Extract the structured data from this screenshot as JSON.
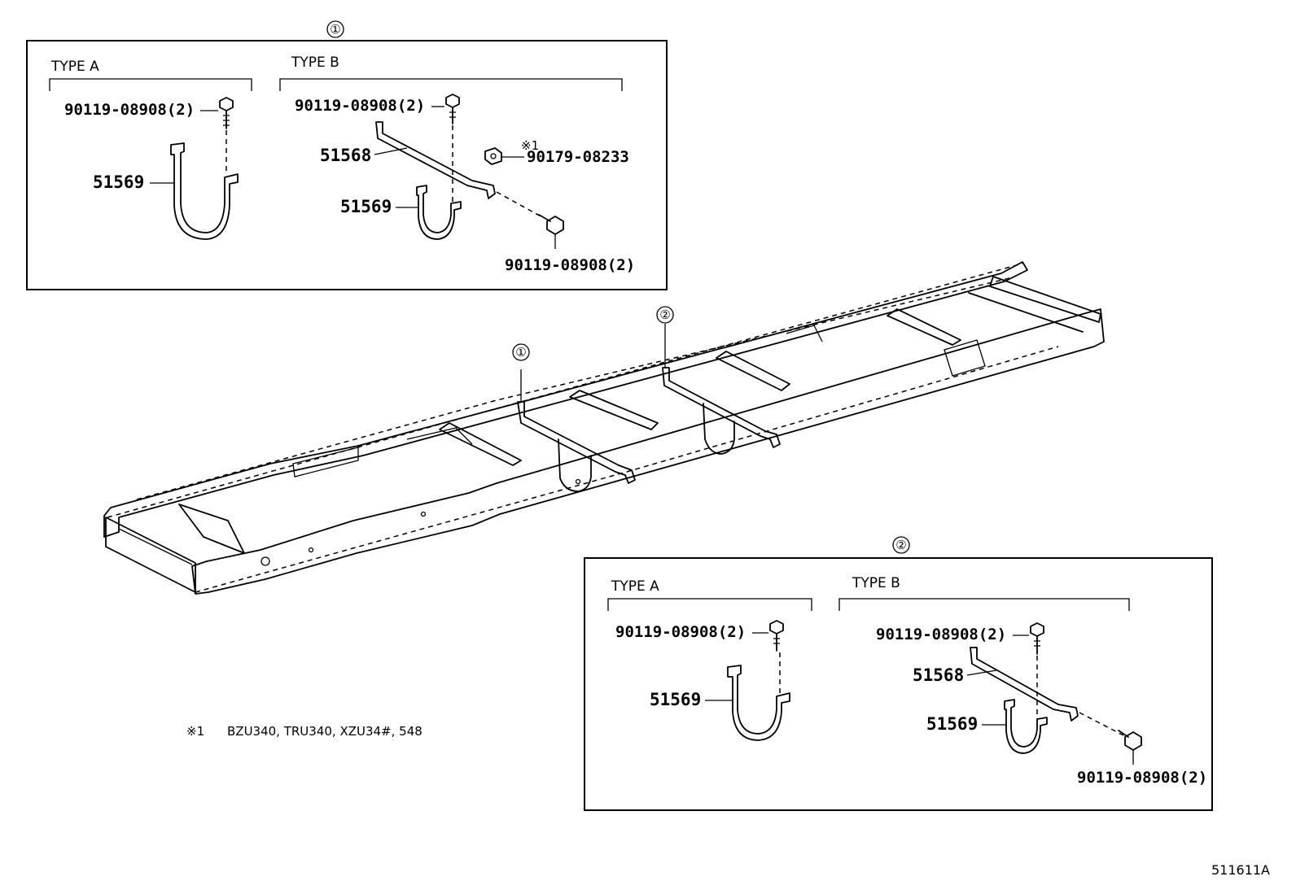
{
  "callouts": {
    "one": "①",
    "two": "②"
  },
  "sections": {
    "one": {
      "type_a": {
        "label": "TYPE A",
        "bolt": "90119-08908(2)",
        "bracket": "51569"
      },
      "type_b": {
        "label": "TYPE B",
        "bolt_top": "90119-08908(2)",
        "bar": "51568",
        "bracket": "51569",
        "nut_mark": "※1",
        "nut": "90179-08233",
        "bolt_bottom": "90119-08908(2)"
      }
    },
    "two": {
      "type_a": {
        "label": "TYPE A",
        "bolt": "90119-08908(2)",
        "bracket": "51569"
      },
      "type_b": {
        "label": "TYPE B",
        "bolt_top": "90119-08908(2)",
        "bar": "51568",
        "bracket": "51569",
        "bolt_bottom": "90119-08908(2)"
      }
    }
  },
  "frame_callouts": {
    "one": "①",
    "two": "②"
  },
  "note": {
    "mark": "※1",
    "text": "BZU340, TRU340, XZU34#, 548"
  },
  "diagram_id": "511611A"
}
